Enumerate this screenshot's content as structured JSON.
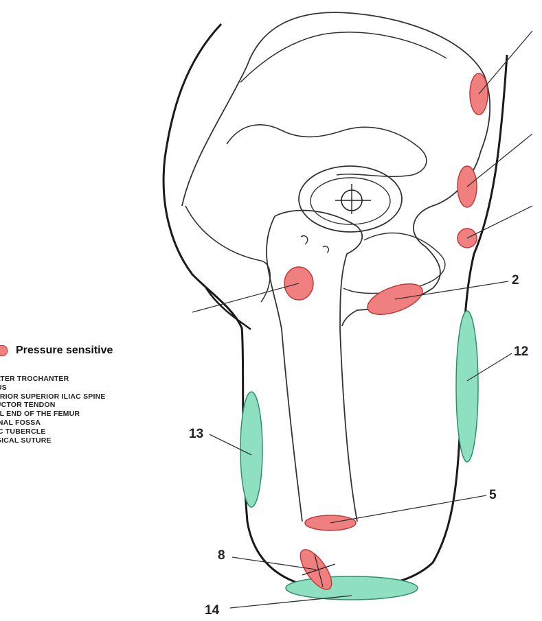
{
  "legend": {
    "title": "Pressure sensitive",
    "items": [
      "EATER TROCHANTER",
      "MUS",
      "TERIOR SUPERIOR ILIAC SPINE",
      "DUCTOR TENDON",
      "TAL END OF THE FEMUR",
      "UINAL FOSSA",
      "BIC TUBERCLE",
      "RGICAL SUTURE"
    ]
  },
  "labels": {
    "n2": "2",
    "n12": "12",
    "n13": "13",
    "n5": "5",
    "n8": "8",
    "n14": "14"
  },
  "colors": {
    "pressure": "#f08080",
    "pressure_stroke": "#c03a3a",
    "green": "#8fe0c0",
    "green_stroke": "#2f8f6f",
    "line": "#1a1a1a"
  }
}
